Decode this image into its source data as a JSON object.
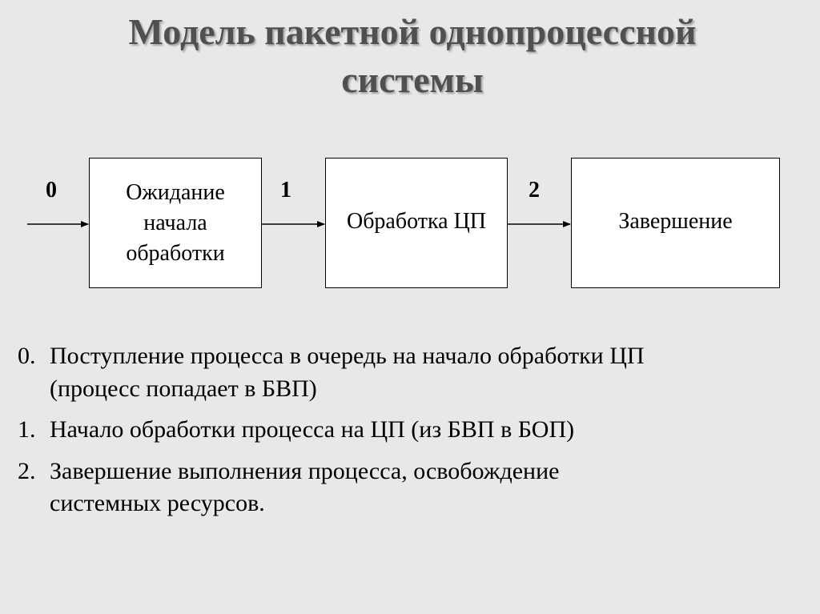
{
  "title": {
    "line1": "Модель пакетной однопроцессной",
    "line2": "системы"
  },
  "diagram": {
    "arrow_labels": [
      "0",
      "1",
      "2"
    ],
    "boxes": {
      "wait": [
        "Ожидание",
        "начала",
        "обработки"
      ],
      "cpu": "Обработка ЦП",
      "finish": "Завершение"
    }
  },
  "list": [
    {
      "num": "0.",
      "lines": [
        "Поступление процесса в очередь на начало обработки ЦП",
        "(процесс попадает в БВП)"
      ]
    },
    {
      "num": "1.",
      "lines": [
        "Начало обработки процесса на ЦП (из БВП  в БОП)"
      ]
    },
    {
      "num": "2.",
      "lines": [
        "Завершение  выполнения процесса, освобождение",
        "системных ресурсов."
      ]
    }
  ]
}
